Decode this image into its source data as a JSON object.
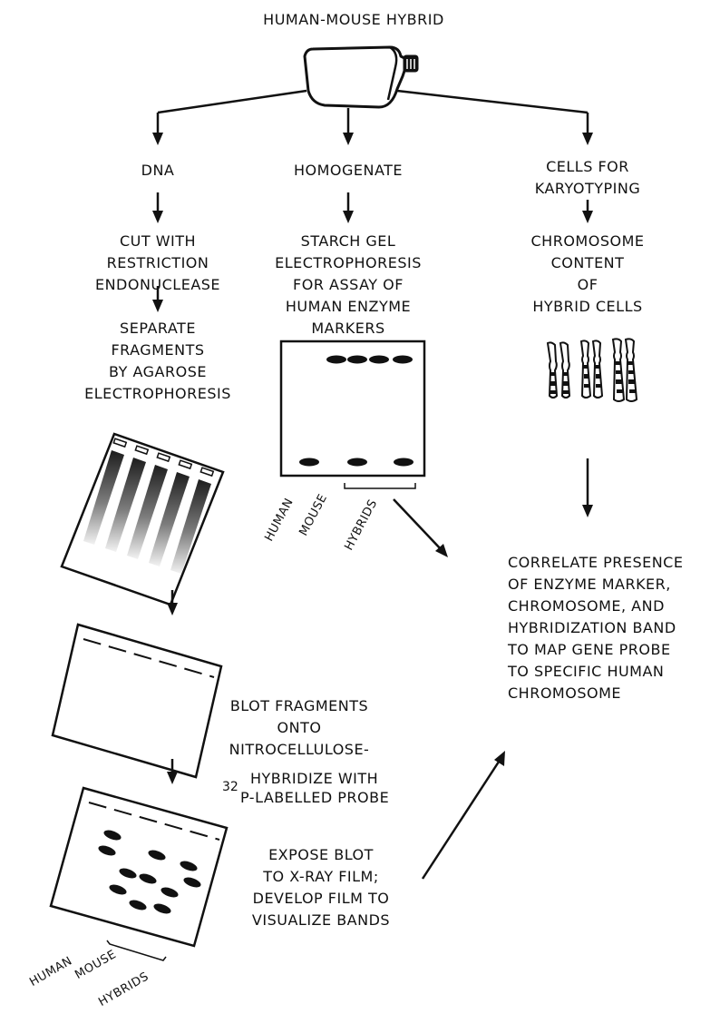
{
  "title": "HUMAN-MOUSE HYBRID",
  "branches": {
    "dna": "DNA",
    "homogenate": "HOMOGENATE",
    "cells": [
      "CELLS FOR",
      "KARYOTYPING"
    ]
  },
  "steps": {
    "cut": [
      "CUT WITH",
      "RESTRICTION",
      "ENDONUCLEASE"
    ],
    "separate": [
      "SEPARATE",
      "FRAGMENTS",
      "BY AGAROSE",
      "ELECTROPHORESIS"
    ],
    "starch": [
      "STARCH GEL",
      "ELECTROPHORESIS",
      "FOR ASSAY OF",
      "HUMAN ENZYME",
      "MARKERS"
    ],
    "chromosome": [
      "CHROMOSOME",
      "CONTENT",
      "OF",
      "HYBRID CELLS"
    ],
    "blot": [
      "BLOT FRAGMENTS",
      "ONTO",
      "NITROCELLULOSE-"
    ],
    "hybridize": {
      "line1": "HYBRIDIZE WITH",
      "isotope": "32",
      "line2": "P-LABELLED PROBE"
    },
    "expose": [
      "EXPOSE BLOT",
      "TO X-RAY FILM;",
      "DEVELOP FILM TO",
      "VISUALIZE BANDS"
    ],
    "correlate": [
      "CORRELATE PRESENCE",
      "OF ENZYME MARKER,",
      "CHROMOSOME, AND",
      "HYBRIDIZATION BAND",
      "TO MAP GENE PROBE",
      "TO SPECIFIC HUMAN",
      "CHROMOSOME"
    ]
  },
  "gel_labels": {
    "human": "HUMAN",
    "mouse": "MOUSE",
    "hybrids": "HYBRIDS"
  }
}
